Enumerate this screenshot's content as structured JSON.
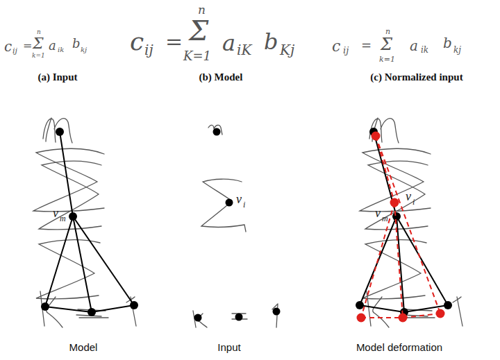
{
  "diagram": {
    "labels": [
      "c",
      "ij",
      "=",
      "Σ",
      "n",
      "k=1",
      "a",
      "ik",
      "b",
      "kj",
      "(a) Input",
      "c",
      "ij",
      "=",
      "Σ",
      "n",
      "K=1",
      "a",
      "iK",
      "b",
      "Kj",
      "(b) Model",
      "c",
      "ij",
      "=",
      "Σ",
      "n",
      "k=1",
      "a",
      "ik",
      "b",
      "kj",
      "(c) Normalized input",
      "v",
      "m",
      "Model",
      "v",
      "i",
      "Input",
      "v",
      "m",
      "v",
      "i",
      "Model deformation"
    ]
  }
}
